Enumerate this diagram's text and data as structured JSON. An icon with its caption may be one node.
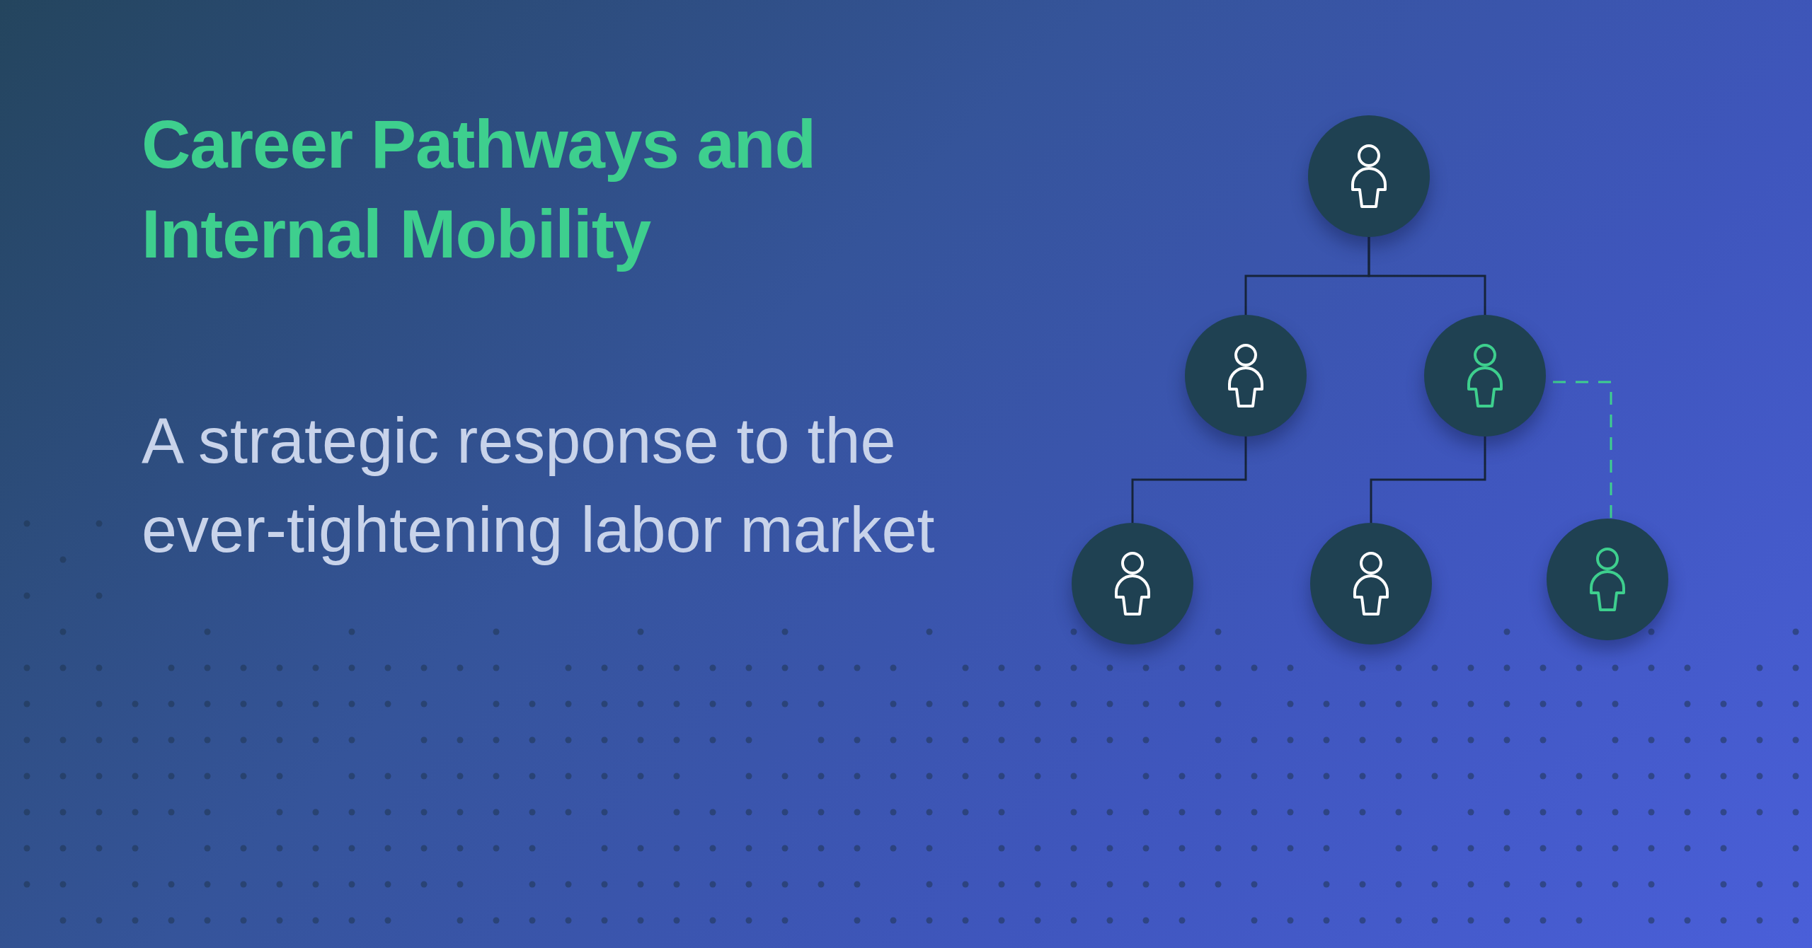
{
  "diagram": {
    "title": "Career Pathways and Internal Mobility",
    "nodes": [
      {
        "text": [],
        "shape": "circle"
      },
      {
        "text": [],
        "shape": "circle"
      },
      {
        "text": [],
        "shape": "circle"
      },
      {
        "text": [],
        "shape": "circle"
      },
      {
        "text": [],
        "shape": "circle"
      },
      {
        "text": [],
        "shape": "circle"
      }
    ],
    "edges": [
      {
        "from": 0,
        "to": 1,
        "arrow": "none"
      },
      {
        "from": 0,
        "to": 2,
        "arrow": "none"
      },
      {
        "from": 1,
        "to": 3,
        "arrow": "none"
      },
      {
        "from": 2,
        "to": 4,
        "arrow": "none"
      },
      {
        "from": 2,
        "to": 5,
        "arrow": "none",
        "style": "dashed",
        "color": "#3ecf8e"
      }
    ],
    "labels": [
      "A strategic response to the ever-tightening labor market"
    ]
  }
}
